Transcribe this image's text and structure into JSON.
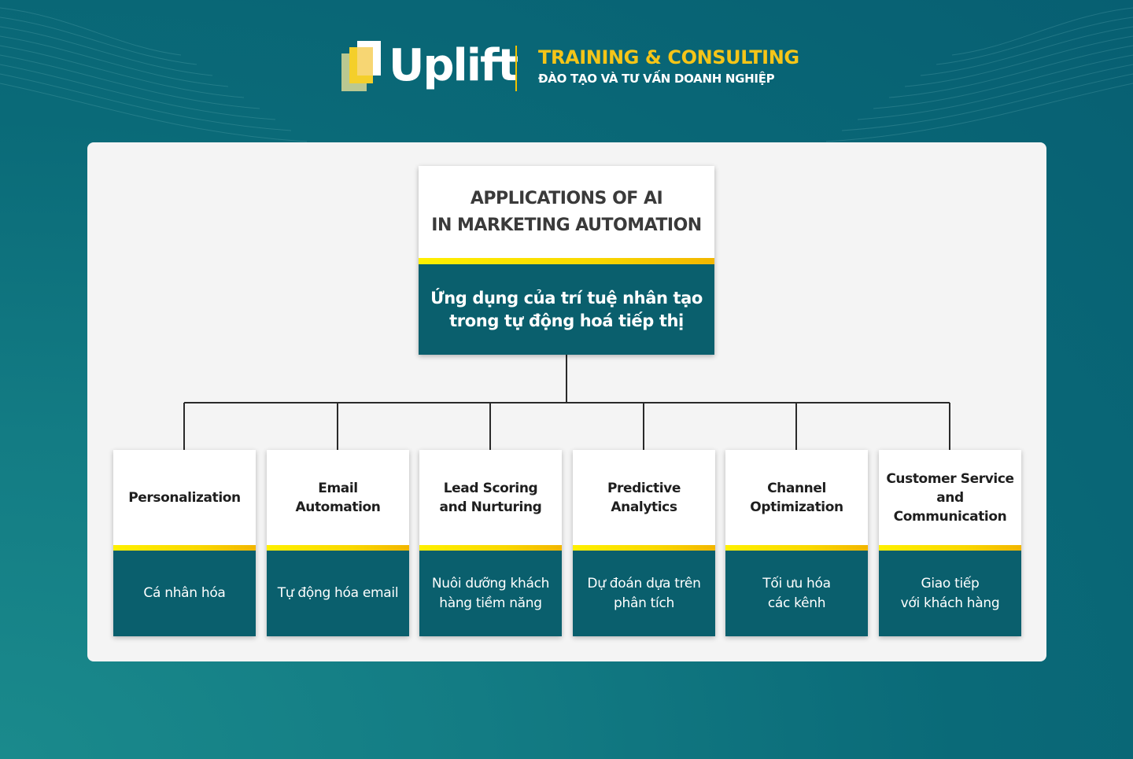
{
  "brand": {
    "name": "Uplift",
    "tagline": "TRAINING & CONSULTING",
    "tagline_sub": "ĐÀO TẠO VÀ TƯ VẤN DOANH NGHIỆP",
    "accent_color": "#f5c518",
    "primary_color": "#0a5f6d"
  },
  "diagram": {
    "root": {
      "title_line1": "APPLICATIONS OF AI",
      "title_line2": "IN MARKETING AUTOMATION",
      "subtitle_line1": "Ứng dụng của trí tuệ nhân tạo",
      "subtitle_line2": "trong tự động hoá tiếp thị"
    },
    "children": [
      {
        "title": [
          "Personalization"
        ],
        "subtitle": [
          "Cá nhân hóa"
        ]
      },
      {
        "title": [
          "Email",
          "Automation"
        ],
        "subtitle": [
          "Tự động hóa email"
        ]
      },
      {
        "title": [
          "Lead Scoring",
          "and Nurturing"
        ],
        "subtitle": [
          "Nuôi dưỡng khách",
          "hàng tiềm năng"
        ]
      },
      {
        "title": [
          "Predictive",
          "Analytics"
        ],
        "subtitle": [
          "Dự đoán dựa trên",
          "phân tích"
        ]
      },
      {
        "title": [
          "Channel",
          "Optimization"
        ],
        "subtitle": [
          "Tối ưu hóa",
          "các kênh"
        ]
      },
      {
        "title": [
          "Customer Service",
          "and",
          "Communication"
        ],
        "subtitle": [
          "Giao tiếp",
          "với khách hàng"
        ]
      }
    ]
  }
}
